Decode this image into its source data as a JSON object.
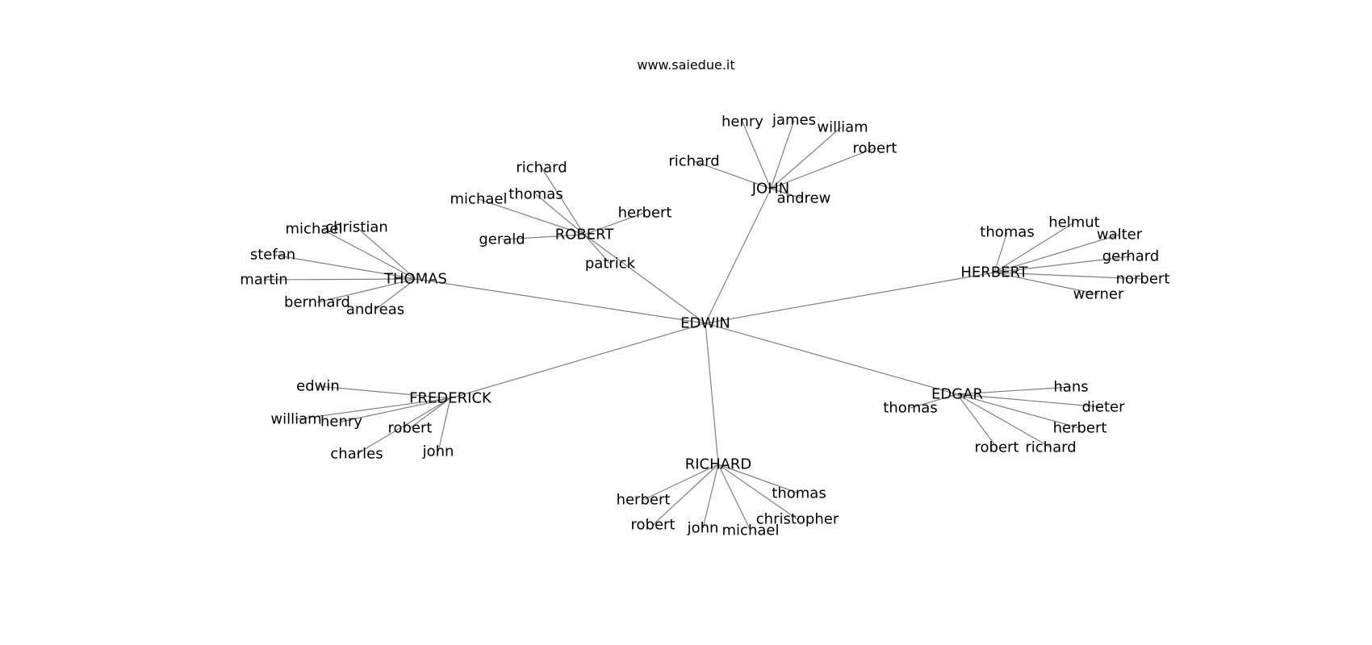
{
  "title": "www.saiedue.it",
  "colors": {
    "edge": "#808080",
    "text": "#000000",
    "background": "#ffffff"
  },
  "graph": {
    "center": "EDWIN",
    "hubs": [
      {
        "id": "john",
        "label": "JOHN",
        "children": [
          "henry",
          "james",
          "william",
          "robert",
          "richard",
          "andrew"
        ]
      },
      {
        "id": "robert",
        "label": "ROBERT",
        "children": [
          "richard",
          "thomas",
          "michael",
          "herbert",
          "gerald",
          "patrick"
        ]
      },
      {
        "id": "thomas",
        "label": "THOMAS",
        "children": [
          "michael",
          "christian",
          "stefan",
          "martin",
          "bernhard",
          "andreas"
        ]
      },
      {
        "id": "herbert",
        "label": "HERBERT",
        "children": [
          "thomas",
          "helmut",
          "walter",
          "gerhard",
          "norbert",
          "werner"
        ]
      },
      {
        "id": "frederick",
        "label": "FREDERICK",
        "children": [
          "edwin",
          "william",
          "henry",
          "robert",
          "charles",
          "john"
        ]
      },
      {
        "id": "edgar",
        "label": "EDGAR",
        "children": [
          "hans",
          "dieter",
          "herbert",
          "richard",
          "robert",
          "thomas"
        ]
      },
      {
        "id": "richard",
        "label": "RICHARD",
        "children": [
          "herbert",
          "robert",
          "john",
          "michael",
          "christopher",
          "thomas"
        ]
      }
    ]
  }
}
